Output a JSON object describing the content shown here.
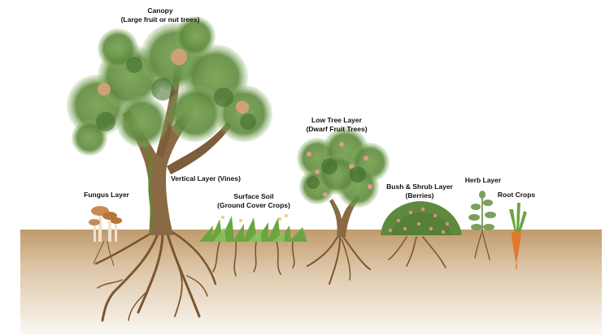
{
  "labels": {
    "canopy": {
      "title": "Canopy",
      "subtitle": "(Large fruit or nut trees)"
    },
    "low_tree": {
      "title": "Low Tree Layer",
      "subtitle": "(Dwarf Fruit Trees)"
    },
    "vertical": {
      "title": "Vertical Layer (Vines)"
    },
    "fungus": {
      "title": "Fungus Layer"
    },
    "surface": {
      "title": "Surface Soil",
      "subtitle": "(Ground Cover Crops)"
    },
    "bush": {
      "title": "Bush & Shrub Layer",
      "subtitle": "(Berries)"
    },
    "herb": {
      "title": "Herb Layer"
    },
    "root": {
      "title": "Root Crops"
    }
  },
  "colors": {
    "soil_top": "#c09a6c",
    "soil_bottom": "#faf8f4",
    "foliage": "#6f9a4a",
    "foliage_dark": "#3f6a2a",
    "trunk": "#8a6a44",
    "root": "#7a5630",
    "fruit": "#d9a07a",
    "berry": "#e58a8a",
    "carrot": "#e07a2a",
    "mushroom": "#c98a52"
  },
  "icons": [
    "canopy-tree-icon",
    "dwarf-tree-icon",
    "mushroom-icon",
    "ground-cover-icon",
    "berry-bush-icon",
    "herb-icon",
    "carrot-icon"
  ]
}
